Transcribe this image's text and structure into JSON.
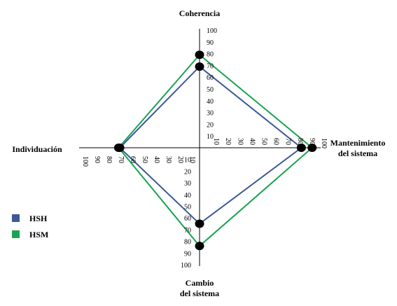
{
  "chart_data": {
    "type": "radar",
    "axes": [
      {
        "key": "coherencia",
        "label_lines": [
          "Coherencia"
        ],
        "direction": "up"
      },
      {
        "key": "mantenimiento",
        "label_lines": [
          "Mantenimiento",
          "del sistema"
        ],
        "direction": "right"
      },
      {
        "key": "cambio",
        "label_lines": [
          "Cambio",
          "del sistema"
        ],
        "direction": "down"
      },
      {
        "key": "individuacion",
        "label_lines": [
          "Individuación"
        ],
        "direction": "left"
      }
    ],
    "ticks": [
      "10",
      "20",
      "30",
      "40",
      "50",
      "60",
      "70",
      "80",
      "90",
      "100"
    ],
    "range": [
      0,
      100
    ],
    "series": [
      {
        "name": "HSH",
        "color": "#3b5998",
        "values": [
          69,
          85,
          65,
          67
        ]
      },
      {
        "name": "HSM",
        "color": "#1aa350",
        "values": [
          79,
          94,
          84,
          68
        ]
      }
    ],
    "legend_position": "left"
  }
}
